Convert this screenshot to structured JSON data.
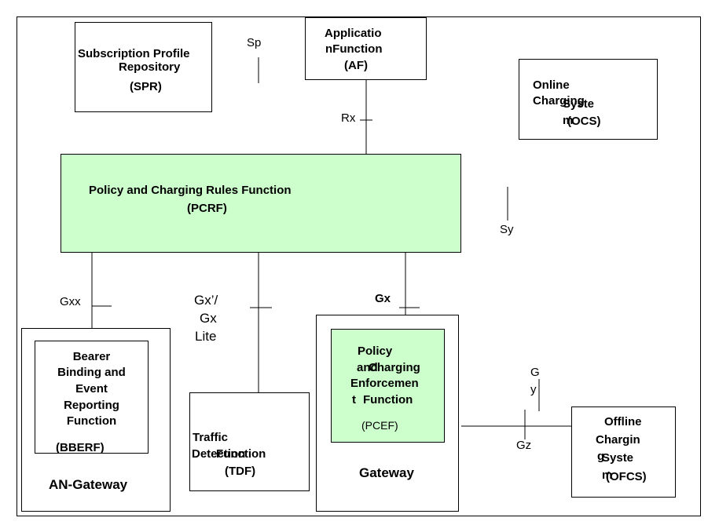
{
  "spr": {
    "line1": "Subscription Profile",
    "line2": "Repository",
    "line3": "(SPR)"
  },
  "af": {
    "line1": "Applicatio",
    "line2": "nFunction",
    "line3": "(AF)"
  },
  "ocs": {
    "line1": "Online",
    "line2": "Charging",
    "line3": "Syste",
    "line4": "m",
    "line5": "(OCS)"
  },
  "pcrf": {
    "line1": "Policy and Charging Rules Function",
    "line2": "(PCRF)"
  },
  "bberf": {
    "line1": "Bearer",
    "line2": "Binding and",
    "line3": "Event",
    "line4": "Reporting",
    "line5": "Function",
    "line6": "(BBERF)"
  },
  "an_gateway": {
    "label": "AN-Gateway"
  },
  "tdf": {
    "line1": "Traffic",
    "line2": "Detection",
    "line3": "Function",
    "line4": "(TDF)"
  },
  "pcef": {
    "line1": "Policy",
    "line2": "and",
    "line3": "Charging",
    "line4": "Enforcemen",
    "line5": "t",
    "line6": "Function",
    "line7": "(PCEF)"
  },
  "gateway": {
    "label": "Gateway"
  },
  "ofcs": {
    "line1": "Offline",
    "line2": "Chargin",
    "line3": "g",
    "line4": "Syste",
    "line5": "m",
    "line6": "(OFCS)"
  },
  "interfaces": {
    "sp": "Sp",
    "rx": "Rx",
    "sy": "Sy",
    "gxx": "Gxx",
    "gx_lite_1": "Gx’/",
    "gx_lite_2": "Gx",
    "gx_lite_3": "Lite",
    "gx": "Gx",
    "gy_1": "G",
    "gy_2": "y",
    "gz": "Gz"
  },
  "colors": {
    "pcrf_fill": "#ccffcc",
    "pcef_fill": "#ccffcc",
    "line": "#000000"
  }
}
